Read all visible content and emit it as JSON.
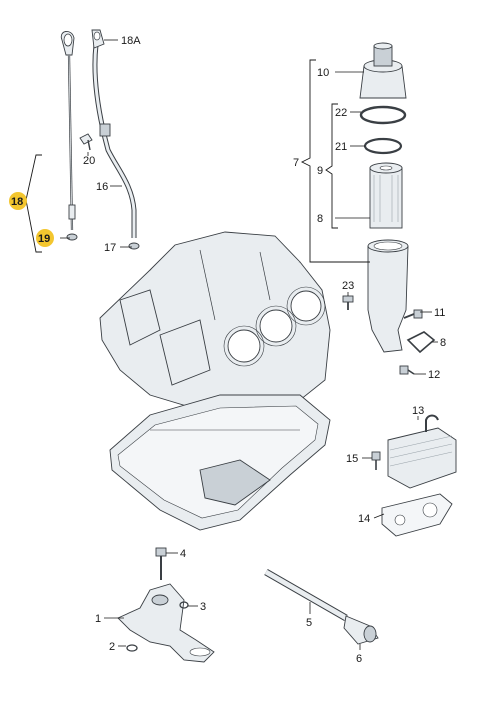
{
  "labels": {
    "l18A": "18A",
    "l20": "20",
    "l16": "16",
    "l17": "17",
    "l18": "18",
    "l19": "19",
    "l10": "10",
    "l22": "22",
    "l21": "21",
    "l7": "7",
    "l9": "9",
    "l8a": "8",
    "l23": "23",
    "l11": "11",
    "l8b": "8",
    "l12": "12",
    "l13": "13",
    "l15": "15",
    "l14": "14",
    "l4": "4",
    "l3": "3",
    "l1": "1",
    "l2": "2",
    "l5": "5",
    "l6": "6"
  },
  "highlight_color": "#f3c62f"
}
